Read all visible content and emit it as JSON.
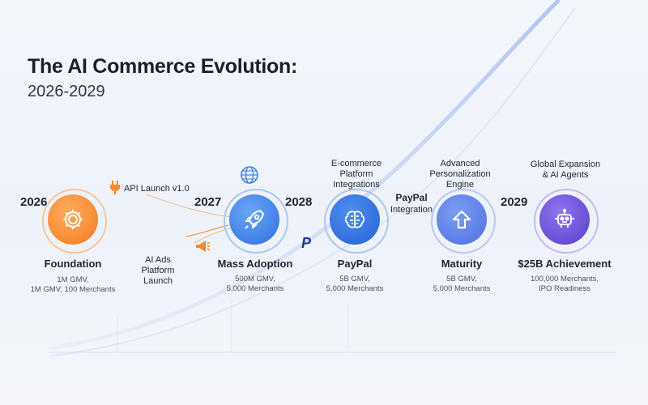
{
  "title": "The AI Commerce Evolution:",
  "subtitle": "2026-2029",
  "years": [
    "2026",
    "2027",
    "2028",
    "2029"
  ],
  "callouts": {
    "api_launch": "API Launch v1.0",
    "ai_ads": "AI Ads\nPlatform\nLaunch",
    "ecommerce": "E-commerce\nPlatform\nIntegrations",
    "paypal_integration_title": "PayPal",
    "paypal_integration_sub": "Integration",
    "personalization": "Advanced\nPersonalization\nEngine",
    "global": "Global Expansion\n& AI Agents"
  },
  "milestones": [
    {
      "name": "Foundation",
      "desc": "1M GMV,\n1M GMV, 100 Merchants",
      "icon": "gear-icon",
      "color": "#f58a2c"
    },
    {
      "name": "Mass Adoption",
      "desc": "500M GMV,\n5,000 Merchants",
      "icon": "rocket-icon",
      "color": "#3b82e6"
    },
    {
      "name": "PayPal",
      "desc": "5B GMV,\n5,000 Merchants",
      "icon": "brain-icon",
      "color": "#2f6fe0"
    },
    {
      "name": "Maturity",
      "desc": "5B GMV,\n5,000 Merchants",
      "icon": "arrow-up-icon",
      "color": "#5a7de8"
    },
    {
      "name": "$25B Achievement",
      "desc": "100,000 Merchants,\nIPO Readiness",
      "icon": "robot-icon",
      "color": "#6b4fd6"
    }
  ],
  "colors": {
    "orange": "#f58a2c",
    "blue": "#3b82e6",
    "purple": "#6b4fd6",
    "paypal": "#1b3c8c"
  }
}
